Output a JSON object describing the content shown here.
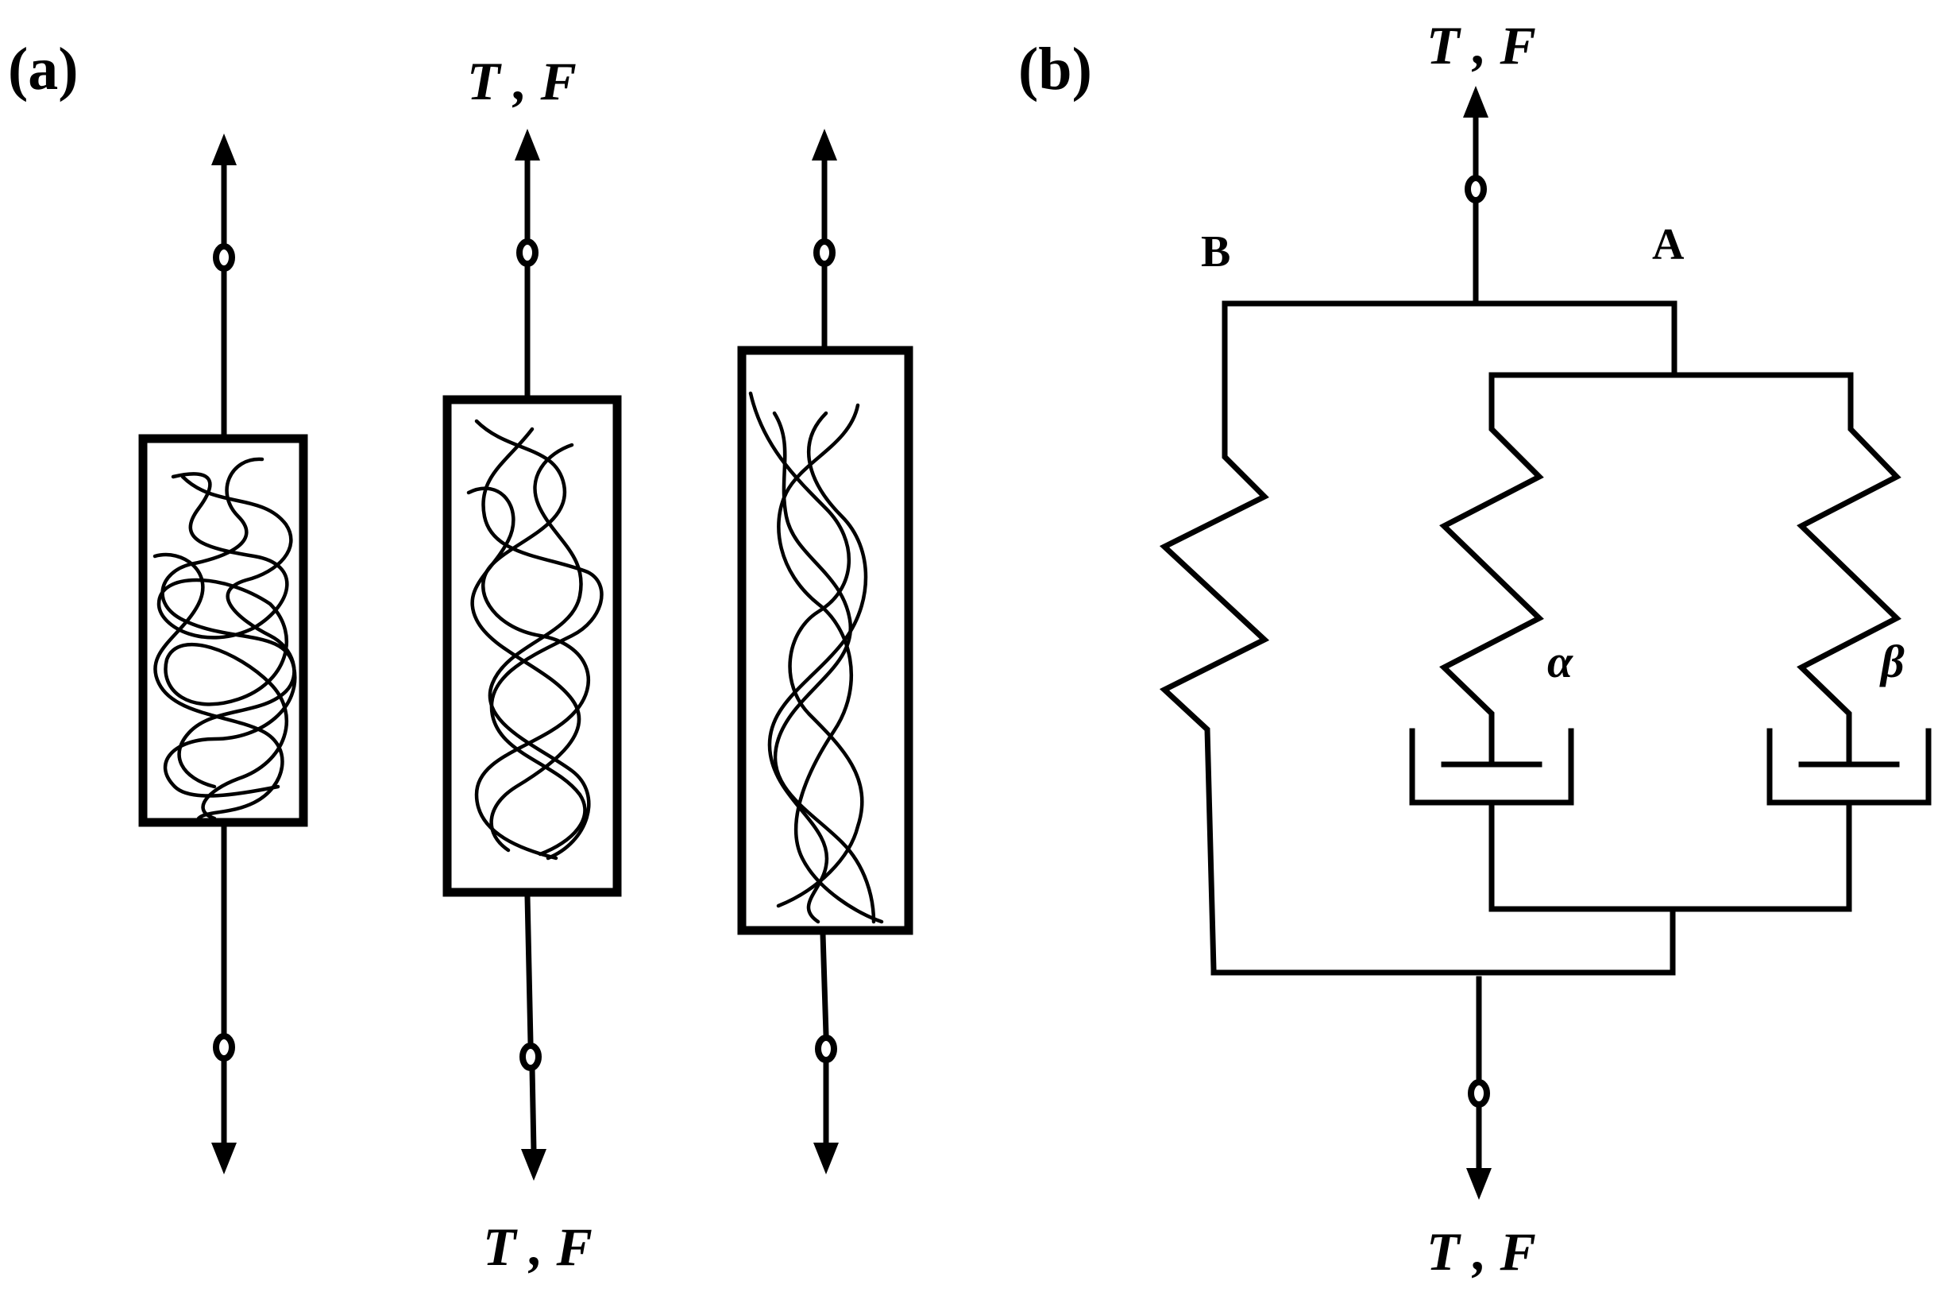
{
  "panel_a": {
    "label": "(a)",
    "top_force_label": "T , F",
    "bottom_force_label": "T , F"
  },
  "panel_b": {
    "label": "(b)",
    "top_force_label": "T , F",
    "bottom_force_label": "T , F",
    "branch_b_label": "B",
    "branch_a_label": "A",
    "element_alpha_label": "α",
    "element_beta_label": "β"
  }
}
